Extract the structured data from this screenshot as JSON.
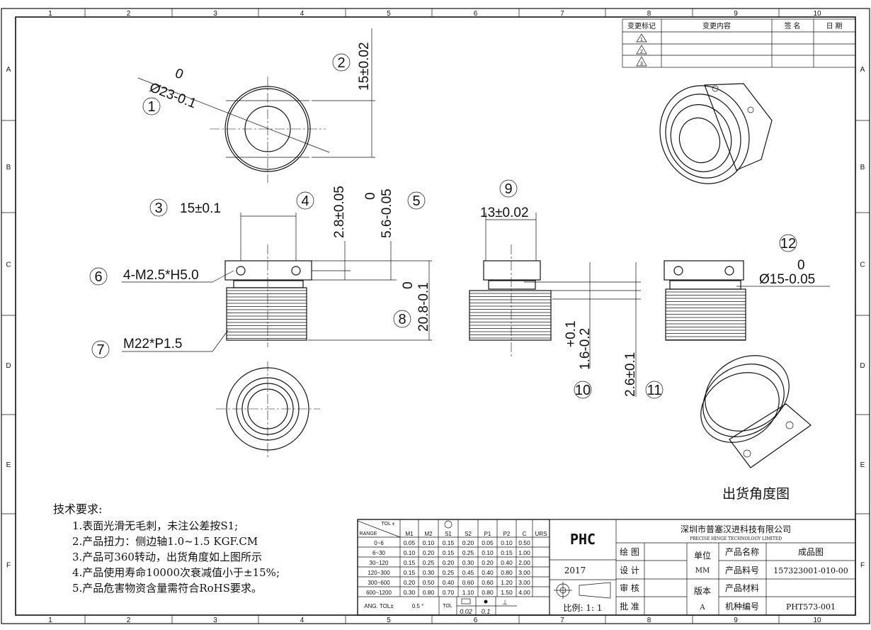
{
  "zones": {
    "cols": [
      "1",
      "2",
      "3",
      "4",
      "5",
      "6",
      "7",
      "8",
      "9",
      "10"
    ],
    "rows": [
      "A",
      "B",
      "C",
      "D",
      "E",
      "F"
    ]
  },
  "callouts": [
    "1",
    "2",
    "3",
    "4",
    "5",
    "6",
    "7",
    "8",
    "9",
    "10",
    "11",
    "12"
  ],
  "dimensions": {
    "outer_dia": {
      "base": "Ø23-0.1",
      "upper": "0"
    },
    "height": "15±0.02",
    "hole_spacing": "15±0.1",
    "flange_offset": "2.8±0.05",
    "flange_thk": {
      "base": "5.6-0.05",
      "upper": "0"
    },
    "side_width": "13±0.02",
    "holes": "4-M2.5*H5.0",
    "thread": "M22*P1.5",
    "total_height": {
      "base": "20.8-0.1",
      "upper": "0"
    },
    "gap": {
      "base": "1.6-0.2",
      "upper": "+0.1"
    },
    "step": "2.6±0.1",
    "inner_dia": {
      "base": "Ø15-0.05",
      "upper": "0"
    }
  },
  "shipping_view_label": "出货角度图",
  "notes": {
    "title": "技术要求:",
    "items": [
      "1.表面光滑无毛刺，未注公差按S1;",
      "2.产品扭力：侧边轴1.0~1.5 KGF.CM",
      "3.产品可360转动，出货角度如上图所示",
      "4.产品使用寿命10000次衰减值小于±15%;",
      "5.产品危害物资含量需符合RoHS要求。"
    ]
  },
  "revision_table": {
    "headers": [
      "变更标记",
      "变更内容",
      "签 名",
      "日  期"
    ],
    "marks": [
      "1",
      "2",
      "3"
    ]
  },
  "tolerance_table": {
    "corner_top": "TOL ±",
    "corner_bottom": "RANGE",
    "columns": [
      "M1",
      "M2",
      "S1",
      "S2",
      "P1",
      "P2",
      "C",
      "URS"
    ],
    "rows": [
      {
        "range": "0~6",
        "values": [
          "0.05",
          "0.10",
          "0.15",
          "0.20",
          "0.05",
          "0.10",
          "0.50",
          ""
        ]
      },
      {
        "range": "6~30",
        "values": [
          "0.10",
          "0.20",
          "0.15",
          "0.25",
          "0.10",
          "0.15",
          "1.00",
          ""
        ]
      },
      {
        "range": "30~120",
        "values": [
          "0.15",
          "0.25",
          "0.20",
          "0.30",
          "0.20",
          "0.40",
          "2.00",
          ""
        ]
      },
      {
        "range": "120~300",
        "values": [
          "0.15",
          "0.30",
          "0.25",
          "0.45",
          "0.40",
          "0.80",
          "3.00",
          ""
        ]
      },
      {
        "range": "300~600",
        "values": [
          "0.20",
          "0.50",
          "0.40",
          "0.60",
          "0.60",
          "1.20",
          "3.00",
          ""
        ]
      },
      {
        "range": "600~1200",
        "values": [
          "0.30",
          "0.80",
          "0.70",
          "1.10",
          "0.80",
          "1.50",
          "4.00",
          ""
        ]
      }
    ],
    "ang_label": "ANG.  TOL±",
    "ang_value": "0.5 °",
    "tol_label": "TOL",
    "flatness": "0.02",
    "position": "0.1",
    "perp": "⊥"
  },
  "title_block": {
    "logo": "PHC",
    "year": "2017",
    "scale": "比例: 1: 1",
    "company_cn": "深圳市普塞汉进科技有限公司",
    "company_en": "PRECISE HINGE TECHNOLOGY LIMITED",
    "roles": [
      "绘 图",
      "设 计",
      "审 核",
      "批 准"
    ],
    "unit_label": "单位",
    "unit": "MM",
    "version_label": "版本",
    "version": "A",
    "fields": [
      {
        "label": "产品名称",
        "value": "成品图"
      },
      {
        "label": "产品料号",
        "value": "157323001-010-00"
      },
      {
        "label": "产品材料",
        "value": ""
      },
      {
        "label": "机种编号",
        "value": "PHT573-001"
      }
    ]
  }
}
